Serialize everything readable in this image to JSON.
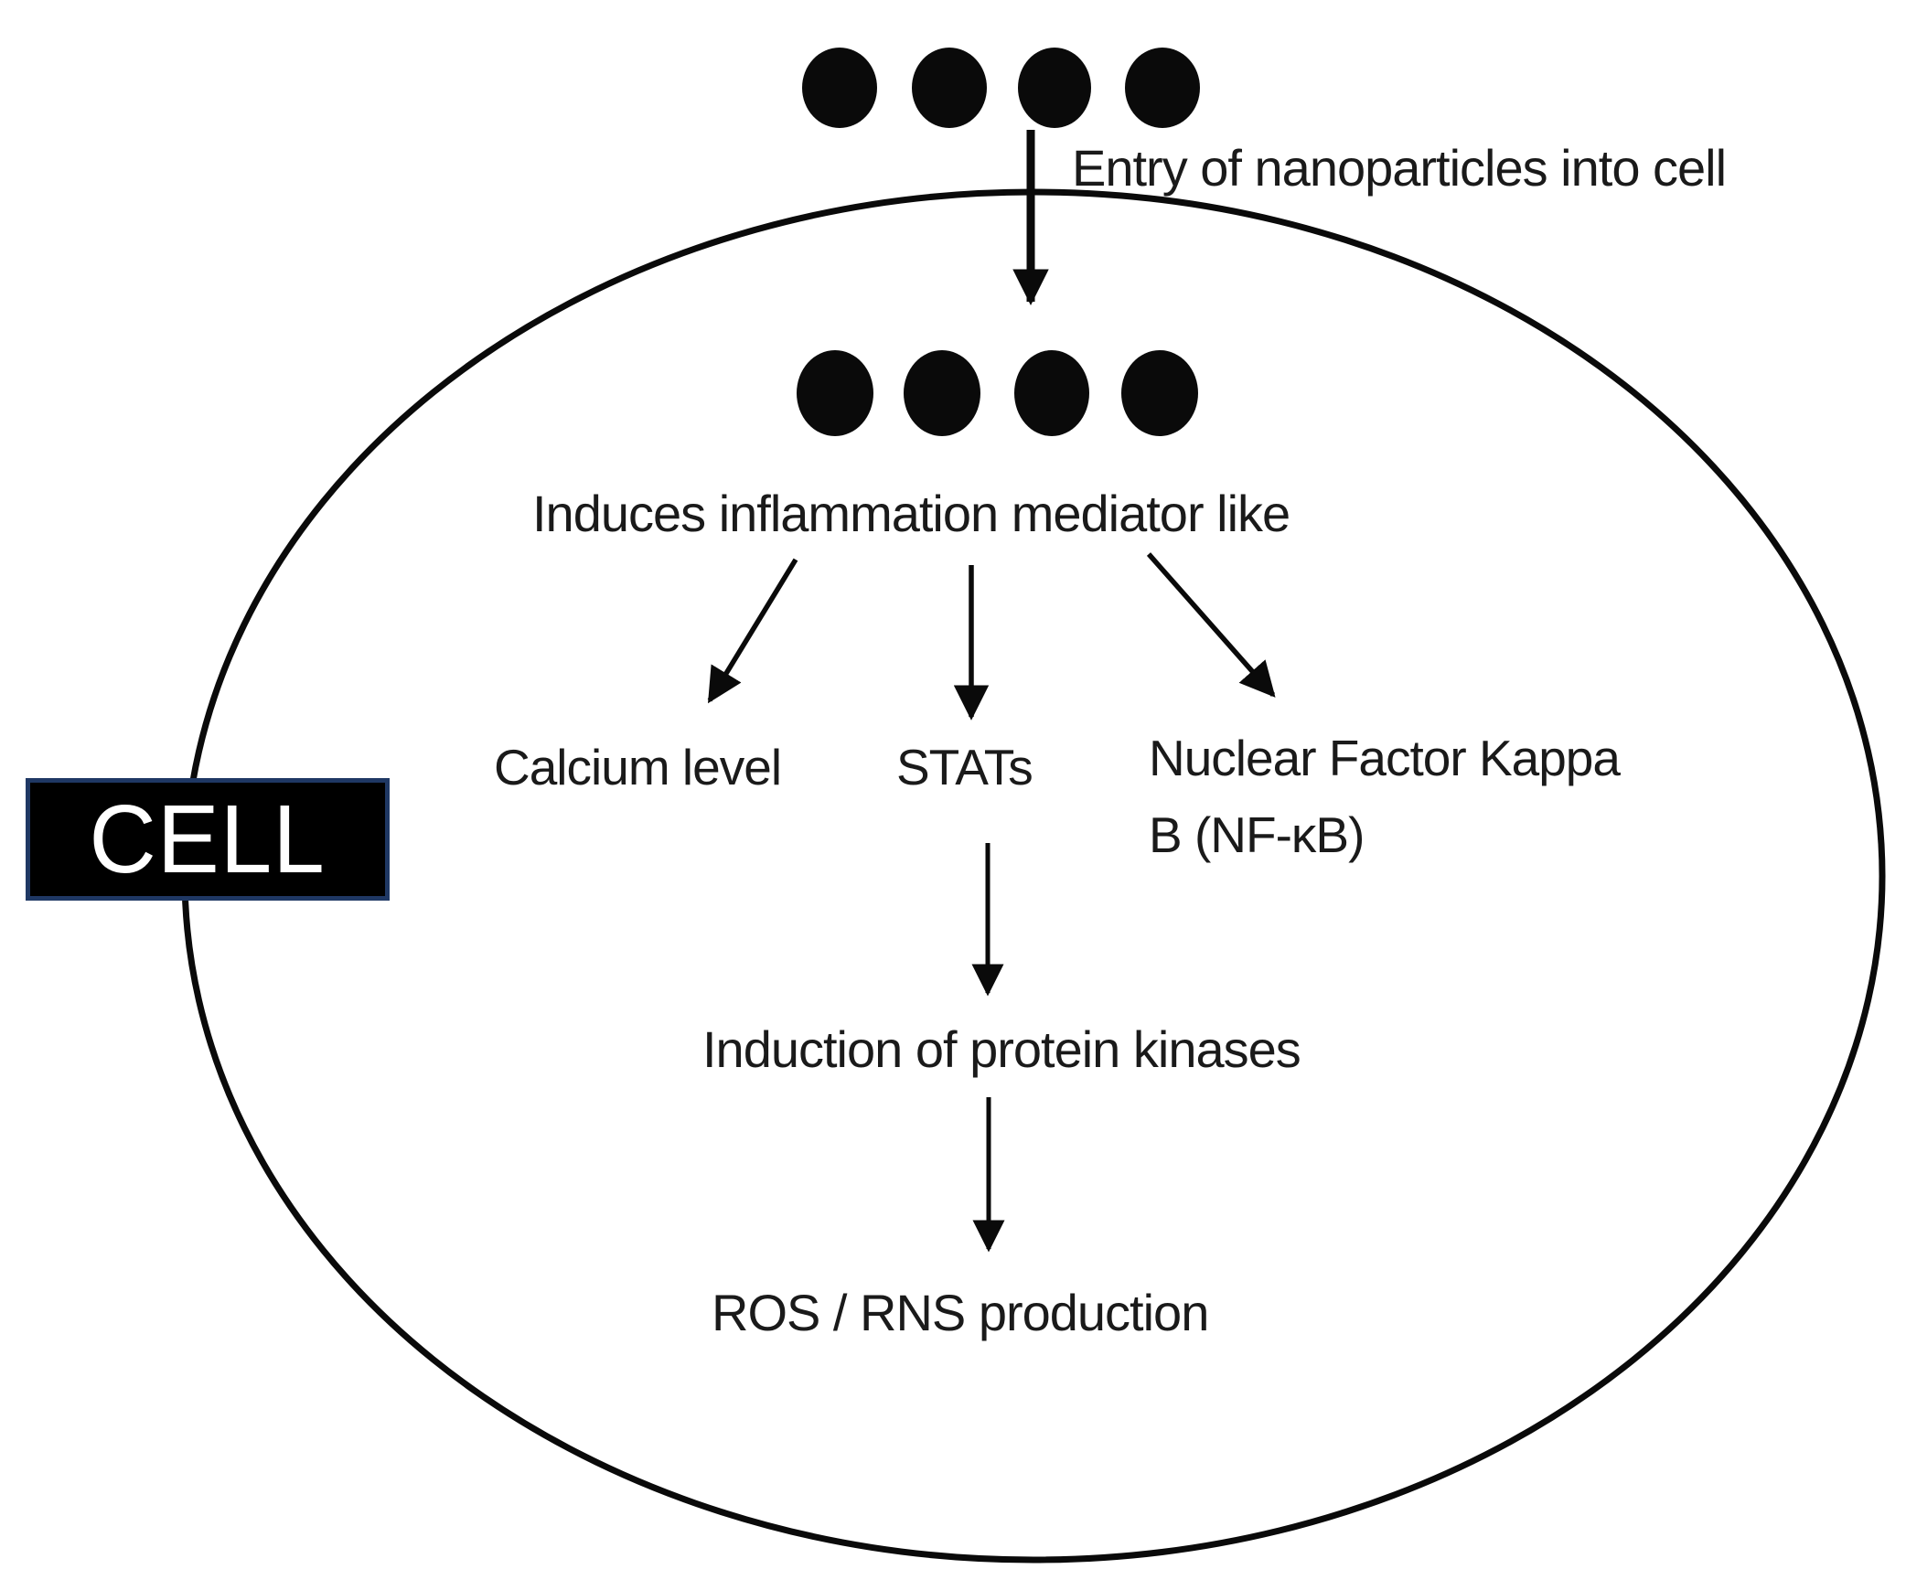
{
  "labels": {
    "entry": "Entry of nanoparticles into cell",
    "induces": "Induces inflammation mediator like",
    "calcium": "Calcium level",
    "stats": "STATs",
    "nfkb": "Nuclear Factor Kappa B (NF-κB)",
    "kinases": "Induction of protein kinases",
    "ros": "ROS / RNS production",
    "cell": "CELL"
  },
  "colors": {
    "ink": "#0a0a0a",
    "text": "#1a1a1a",
    "background": "#ffffff",
    "cell-box-fill": "#000000",
    "cell-box-border": "#1f3864",
    "cell-box-text": "#ffffff"
  }
}
